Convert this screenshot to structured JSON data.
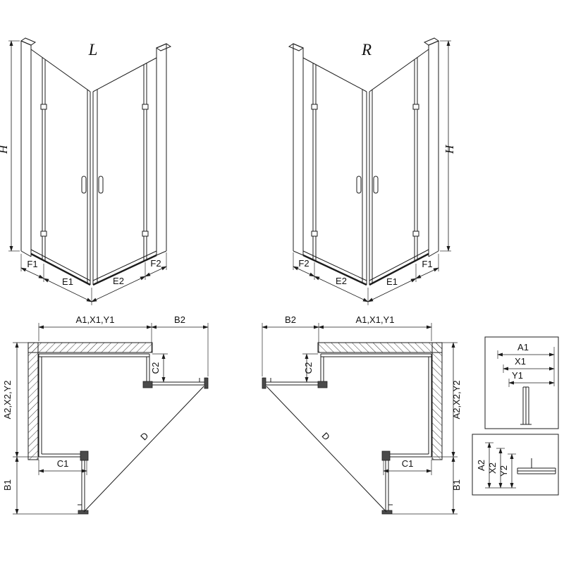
{
  "iso_left": {
    "title": "L",
    "height": "H",
    "dims": {
      "f1": "F1",
      "e1": "E1",
      "e2": "E2",
      "f2": "F2"
    }
  },
  "iso_right": {
    "title": "R",
    "height": "H",
    "dims": {
      "f1": "F1",
      "e1": "E1",
      "e2": "E2",
      "f2": "F2"
    }
  },
  "plan_left": {
    "width_total": "A1,X1,Y1",
    "door_width": "B2",
    "return_panel": "C2",
    "depth_total": "A2,X2,Y2",
    "fixed_panel": "C1",
    "door_depth": "B1",
    "diagonal": "D"
  },
  "plan_right": {
    "width_total": "A1,X1,Y1",
    "door_width": "B2",
    "return_panel": "C2",
    "depth_total": "A2,X2,Y2",
    "fixed_panel": "C1",
    "door_depth": "B1",
    "diagonal": "D"
  },
  "detail_width_profile": {
    "a1": "A1",
    "x1": "X1",
    "y1": "Y1"
  },
  "detail_depth_profile": {
    "a2": "A2",
    "x2": "X2",
    "y2": "Y2"
  }
}
